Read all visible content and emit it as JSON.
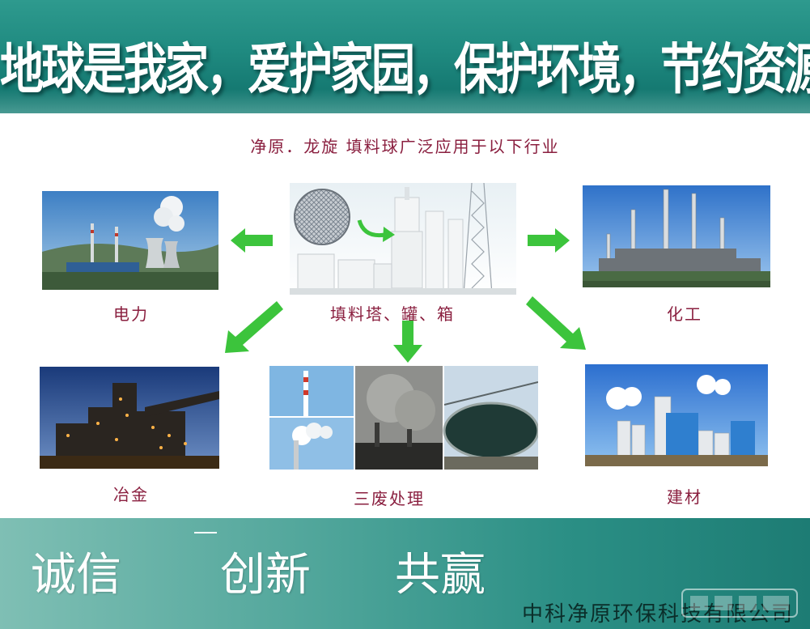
{
  "header": {
    "slogan": "地球是我家，爱护家园，保护环境，节约资源，从我做起"
  },
  "subtitle": "净原．龙旋  填料球广泛应用于以下行业",
  "industries": {
    "center": "填料塔、罐、箱",
    "power": "电力",
    "chemical": "化工",
    "metallurgy": "冶金",
    "waste": "三废处理",
    "building": "建材"
  },
  "footer": {
    "motto": [
      "诚信",
      "创新",
      "共赢"
    ],
    "company": "中科净原环保科技有限公司"
  },
  "colors": {
    "banner": "#1f8a80",
    "caption": "#8a1f3f",
    "arrow": "#3cc43c"
  }
}
